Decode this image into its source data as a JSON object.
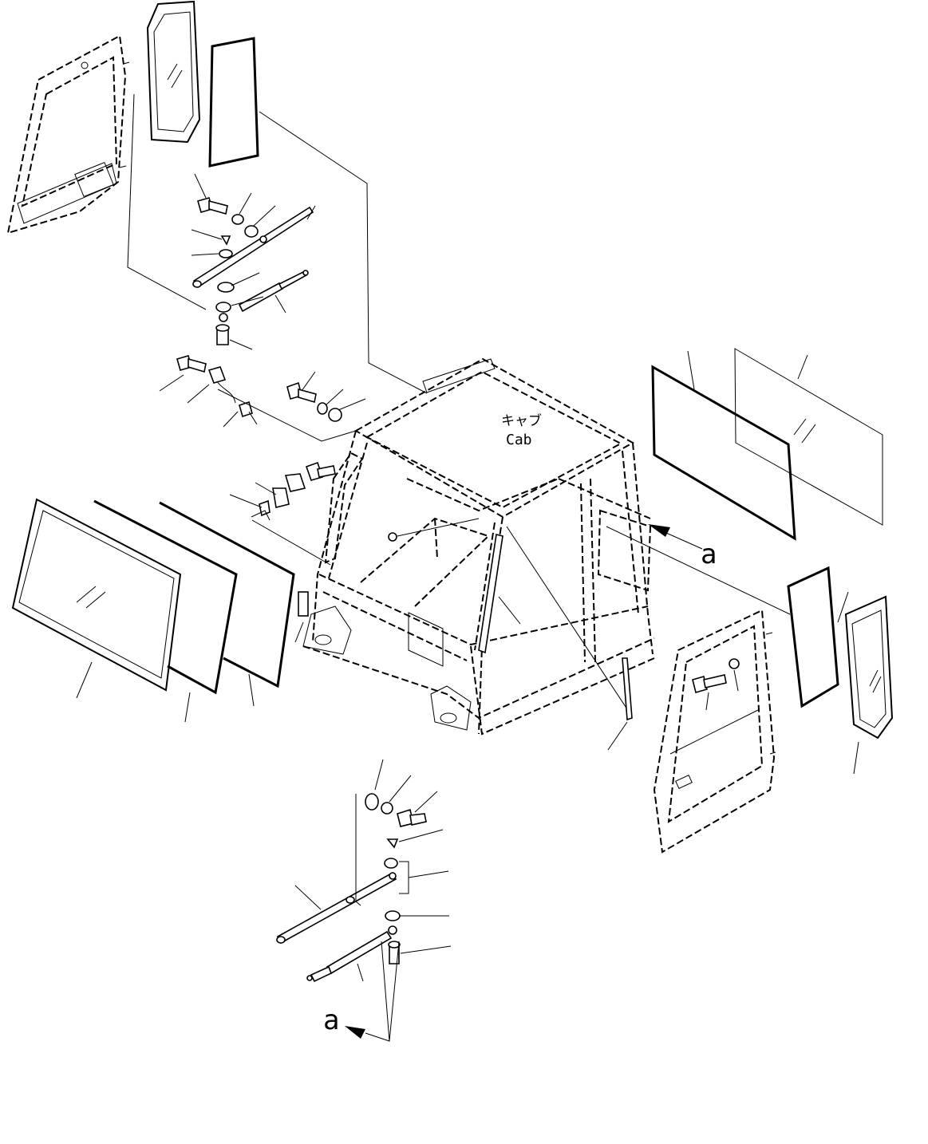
{
  "cab_label": {
    "jp": "キャブ",
    "en": "Cab"
  },
  "view_marks": {
    "right": "a",
    "bottom": "a"
  }
}
